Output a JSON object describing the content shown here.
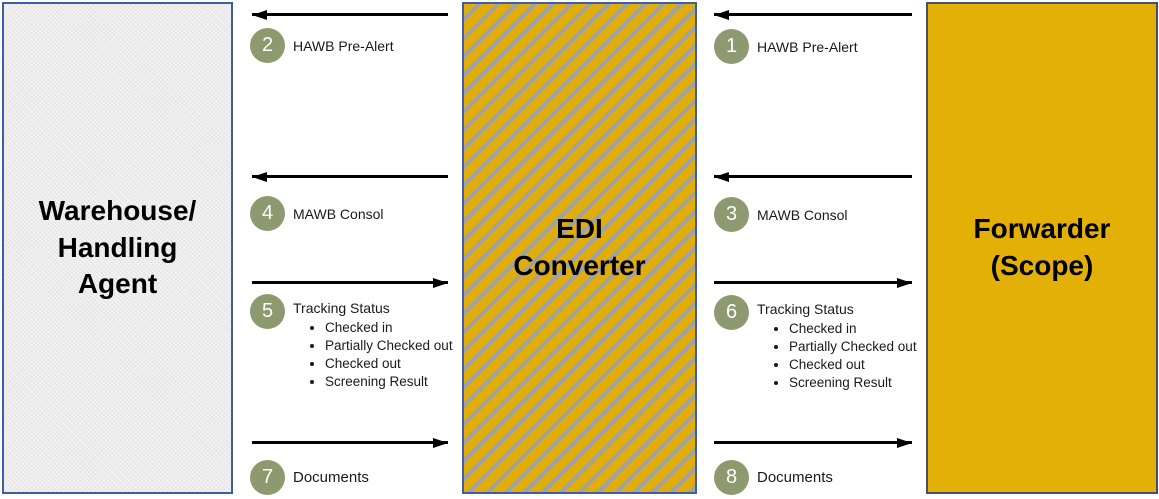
{
  "entities": {
    "warehouse": {
      "title": "Warehouse/\nHandling\nAgent"
    },
    "edi_converter": {
      "title": "EDI\nConverter"
    },
    "forwarder": {
      "title": "Forwarder\n(Scope)"
    }
  },
  "flows": {
    "left": [
      {
        "num": "2",
        "label": "HAWB Pre-Alert",
        "direction": "left"
      },
      {
        "num": "4",
        "label": "MAWB Consol",
        "direction": "left"
      },
      {
        "num": "5",
        "label": "Tracking Status",
        "direction": "right",
        "bullets": [
          "Checked in",
          "Partially Checked out",
          "Checked out",
          "Screening Result"
        ]
      },
      {
        "num": "7",
        "label": "Documents",
        "direction": "right"
      }
    ],
    "right": [
      {
        "num": "1",
        "label": "HAWB Pre-Alert",
        "direction": "left"
      },
      {
        "num": "3",
        "label": "MAWB Consol",
        "direction": "left"
      },
      {
        "num": "6",
        "label": "Tracking Status",
        "direction": "right",
        "bullets": [
          "Checked in",
          "Partially Checked out",
          "Checked out",
          "Screening Result"
        ]
      },
      {
        "num": "8",
        "label": "Documents",
        "direction": "right"
      }
    ]
  },
  "colors": {
    "circle_fill": "#8d9a70",
    "gold_fill": "#e2b007",
    "stripe_gold": "#e1ad0b",
    "stripe_gray": "#9ea1a8",
    "box_border_blue": "#3f5ea9",
    "box_border_dark": "#40526b",
    "arrow": "#000000"
  }
}
